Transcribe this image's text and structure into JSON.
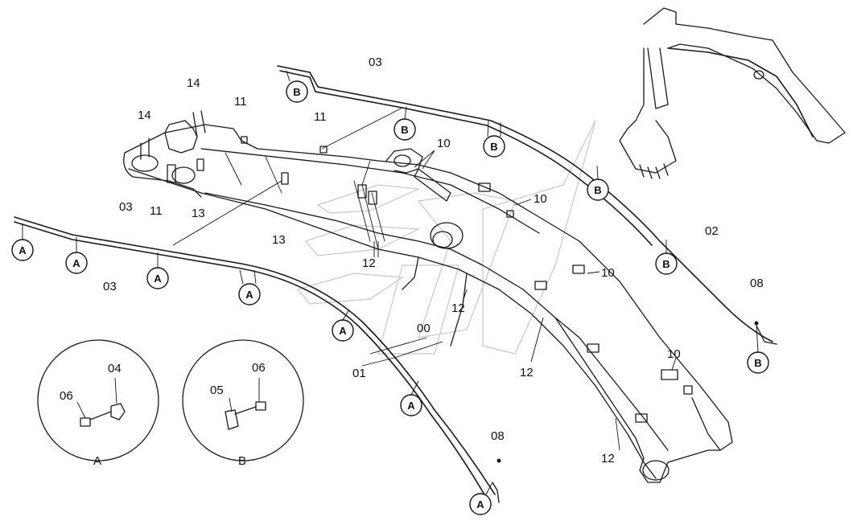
{
  "part_labels": [
    {
      "id": "lbl-03-top",
      "text": "03"
    },
    {
      "id": "lbl-14-a",
      "text": "14"
    },
    {
      "id": "lbl-11-a",
      "text": "11"
    },
    {
      "id": "lbl-14-b",
      "text": "14"
    },
    {
      "id": "lbl-11-b",
      "text": "11"
    },
    {
      "id": "lbl-10-a",
      "text": "10"
    },
    {
      "id": "lbl-11-c",
      "text": "11"
    },
    {
      "id": "lbl-13-a",
      "text": "13"
    },
    {
      "id": "lbl-03-left",
      "text": "03"
    },
    {
      "id": "lbl-13-b",
      "text": "13"
    },
    {
      "id": "lbl-10-b",
      "text": "10"
    },
    {
      "id": "lbl-02",
      "text": "02"
    },
    {
      "id": "lbl-03-low",
      "text": "03"
    },
    {
      "id": "lbl-12-a",
      "text": "12"
    },
    {
      "id": "lbl-10-c",
      "text": "10"
    },
    {
      "id": "lbl-12-b",
      "text": "12"
    },
    {
      "id": "lbl-08-a",
      "text": "08"
    },
    {
      "id": "lbl-00",
      "text": "00"
    },
    {
      "id": "lbl-01",
      "text": "01"
    },
    {
      "id": "lbl-12-c",
      "text": "12"
    },
    {
      "id": "lbl-10-d",
      "text": "10"
    },
    {
      "id": "lbl-04",
      "text": "04"
    },
    {
      "id": "lbl-06-a",
      "text": "06"
    },
    {
      "id": "lbl-06-b",
      "text": "06"
    },
    {
      "id": "lbl-05",
      "text": "05"
    },
    {
      "id": "lbl-08-b",
      "text": "08"
    },
    {
      "id": "lbl-12-d",
      "text": "12"
    }
  ],
  "callouts": [
    {
      "id": "callout-b-1",
      "text": "B"
    },
    {
      "id": "callout-b-2",
      "text": "B"
    },
    {
      "id": "callout-b-3",
      "text": "B"
    },
    {
      "id": "callout-b-4",
      "text": "B"
    },
    {
      "id": "callout-b-5",
      "text": "B"
    },
    {
      "id": "callout-b-6",
      "text": "B"
    },
    {
      "id": "callout-a-1",
      "text": "A"
    },
    {
      "id": "callout-a-2",
      "text": "A"
    },
    {
      "id": "callout-a-3",
      "text": "A"
    },
    {
      "id": "callout-a-4",
      "text": "A"
    },
    {
      "id": "callout-a-5",
      "text": "A"
    },
    {
      "id": "callout-a-6",
      "text": "A"
    },
    {
      "id": "callout-a-7",
      "text": "A"
    }
  ],
  "details": [
    {
      "id": "detail-a",
      "caption": "A"
    },
    {
      "id": "detail-b",
      "caption": "B"
    }
  ]
}
